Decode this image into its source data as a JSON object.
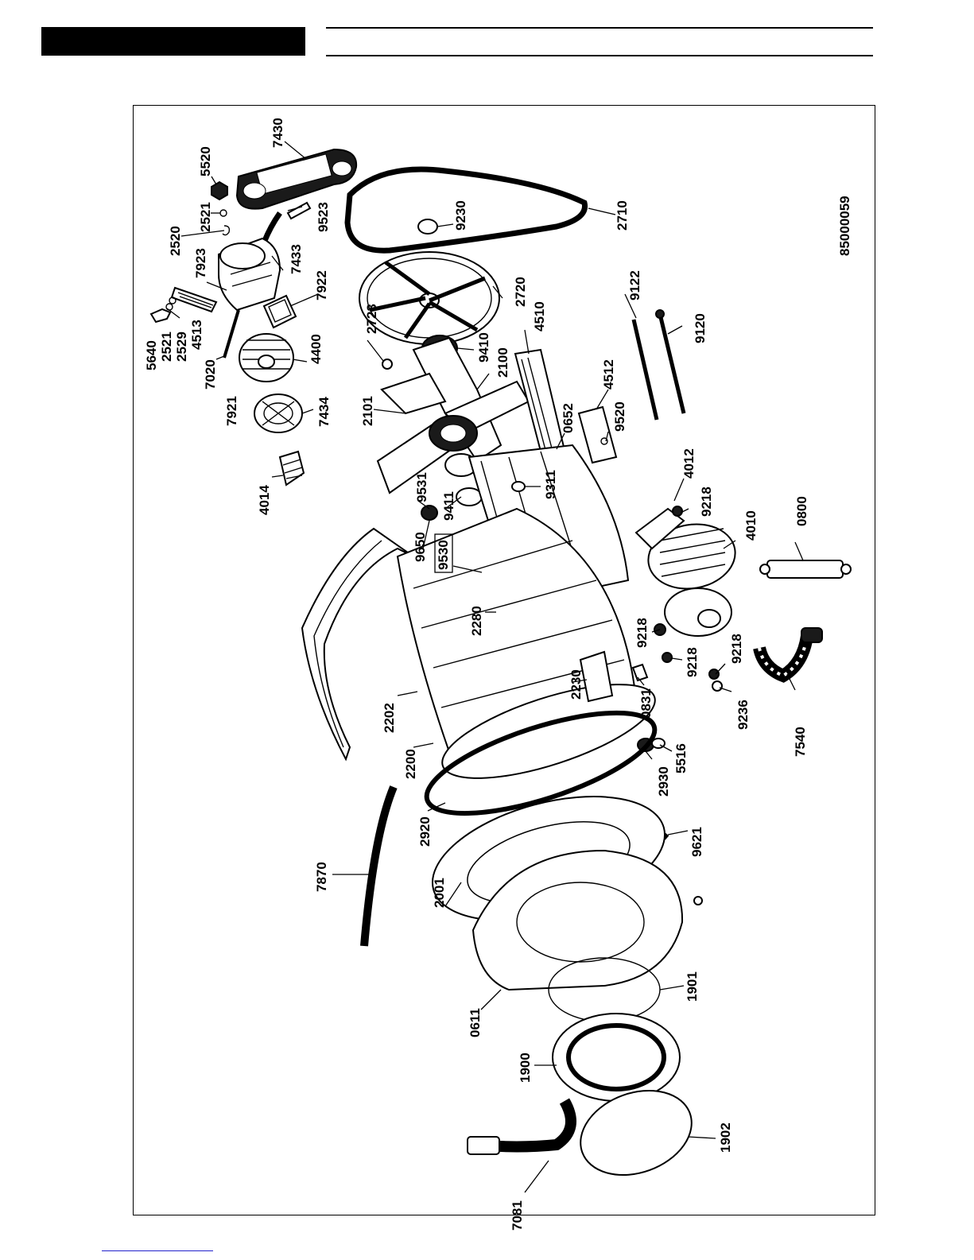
{
  "document_id": "85000059",
  "part_labels": [
    {
      "id": "p7430",
      "text": "7430"
    },
    {
      "id": "p5520",
      "text": "5520"
    },
    {
      "id": "p2521a",
      "text": "2521"
    },
    {
      "id": "p9523",
      "text": "9523"
    },
    {
      "id": "p2710",
      "text": "2710"
    },
    {
      "id": "p9230",
      "text": "9230"
    },
    {
      "id": "p2520",
      "text": "2520"
    },
    {
      "id": "p7923",
      "text": "7923"
    },
    {
      "id": "p7433",
      "text": "7433"
    },
    {
      "id": "p7922",
      "text": "7922"
    },
    {
      "id": "p2720",
      "text": "2720"
    },
    {
      "id": "p5640",
      "text": "5640"
    },
    {
      "id": "p2521b",
      "text": "2521"
    },
    {
      "id": "p2529",
      "text": "2529"
    },
    {
      "id": "p4513",
      "text": "4513"
    },
    {
      "id": "p7020",
      "text": "7020"
    },
    {
      "id": "p4400",
      "text": "4400"
    },
    {
      "id": "p2723",
      "text": "2723"
    },
    {
      "id": "p9410",
      "text": "9410"
    },
    {
      "id": "p2100",
      "text": "2100"
    },
    {
      "id": "p4510",
      "text": "4510"
    },
    {
      "id": "p9122",
      "text": "9122"
    },
    {
      "id": "p9120",
      "text": "9120"
    },
    {
      "id": "p7921",
      "text": "7921"
    },
    {
      "id": "p7434",
      "text": "7434"
    },
    {
      "id": "p2101",
      "text": "2101"
    },
    {
      "id": "p0652",
      "text": "0652"
    },
    {
      "id": "p4512",
      "text": "4512"
    },
    {
      "id": "p9520",
      "text": "9520"
    },
    {
      "id": "p4014",
      "text": "4014"
    },
    {
      "id": "p9531",
      "text": "9531"
    },
    {
      "id": "p9311",
      "text": "9311"
    },
    {
      "id": "p4012",
      "text": "4012"
    },
    {
      "id": "p9411",
      "text": "9411"
    },
    {
      "id": "p9218a",
      "text": "9218"
    },
    {
      "id": "p9650",
      "text": "9650"
    },
    {
      "id": "p9530",
      "text": "9530"
    },
    {
      "id": "p4010",
      "text": "4010"
    },
    {
      "id": "p0800",
      "text": "0800"
    },
    {
      "id": "p2280",
      "text": "2280"
    },
    {
      "id": "p9218b",
      "text": "9218"
    },
    {
      "id": "p9218c",
      "text": "9218"
    },
    {
      "id": "p9218d",
      "text": "9218"
    },
    {
      "id": "p2230",
      "text": "2230"
    },
    {
      "id": "p0831",
      "text": "0831"
    },
    {
      "id": "p9236",
      "text": "9236"
    },
    {
      "id": "p7540",
      "text": "7540"
    },
    {
      "id": "p2202",
      "text": "2202"
    },
    {
      "id": "p2200",
      "text": "2200"
    },
    {
      "id": "p2930",
      "text": "2930"
    },
    {
      "id": "p5516",
      "text": "5516"
    },
    {
      "id": "p2920",
      "text": "2920"
    },
    {
      "id": "p9621",
      "text": "9621"
    },
    {
      "id": "p7870",
      "text": "7870"
    },
    {
      "id": "p2001",
      "text": "2001"
    },
    {
      "id": "p1901",
      "text": "1901"
    },
    {
      "id": "p0611",
      "text": "0611"
    },
    {
      "id": "p1900",
      "text": "1900"
    },
    {
      "id": "p1902",
      "text": "1902"
    },
    {
      "id": "p7081",
      "text": "7081"
    }
  ]
}
